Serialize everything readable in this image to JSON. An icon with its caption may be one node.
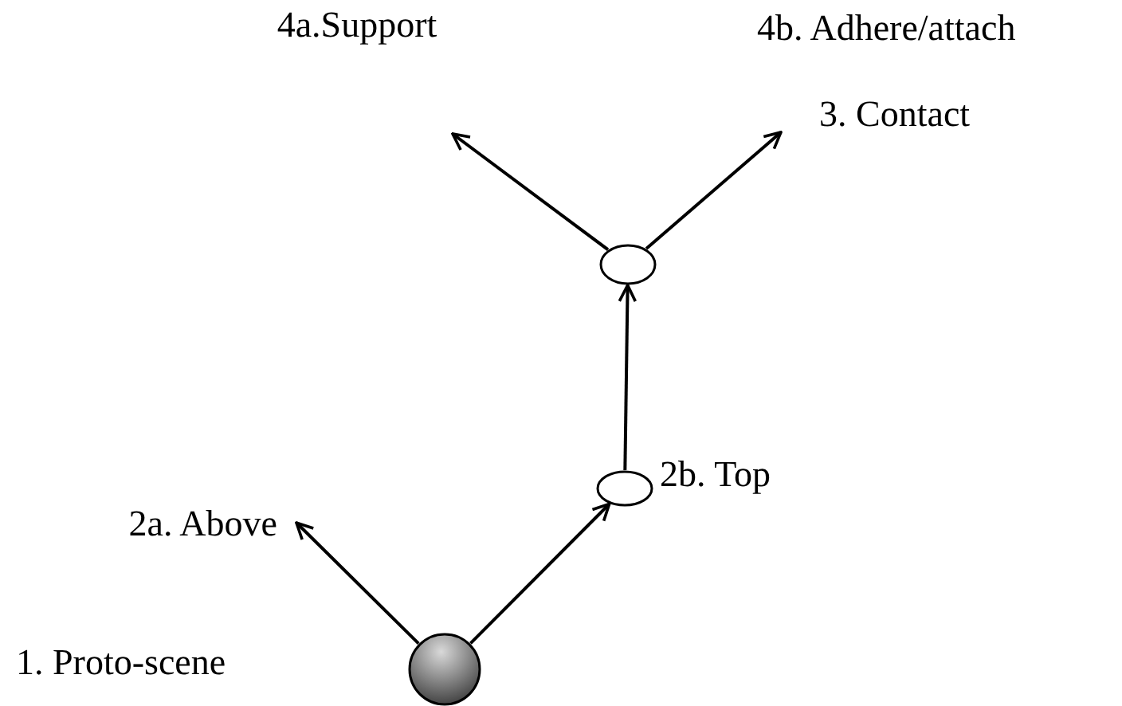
{
  "diagram": {
    "nodes": [
      {
        "text": [],
        "shape": "circle"
      },
      {
        "text": [
          "2a. Above"
        ]
      },
      {
        "text": [],
        "shape": "circle",
        "beside": [
          "2b. Top"
        ]
      },
      {
        "text": [],
        "shape": "circle"
      },
      {
        "text": [
          "4a.Support"
        ]
      },
      {
        "text": [
          "3. Contact"
        ]
      }
    ],
    "edges": [
      {
        "from": 0,
        "to": 1,
        "arrow": "to"
      },
      {
        "from": 0,
        "to": 2,
        "arrow": "to"
      },
      {
        "from": 2,
        "to": 3,
        "arrow": "to"
      },
      {
        "from": 3,
        "to": 4,
        "arrow": "to"
      },
      {
        "from": 3,
        "to": 5,
        "arrow": "to"
      }
    ],
    "labels": [
      "4b. Adhere/attach",
      "1. Proto-scene"
    ]
  }
}
